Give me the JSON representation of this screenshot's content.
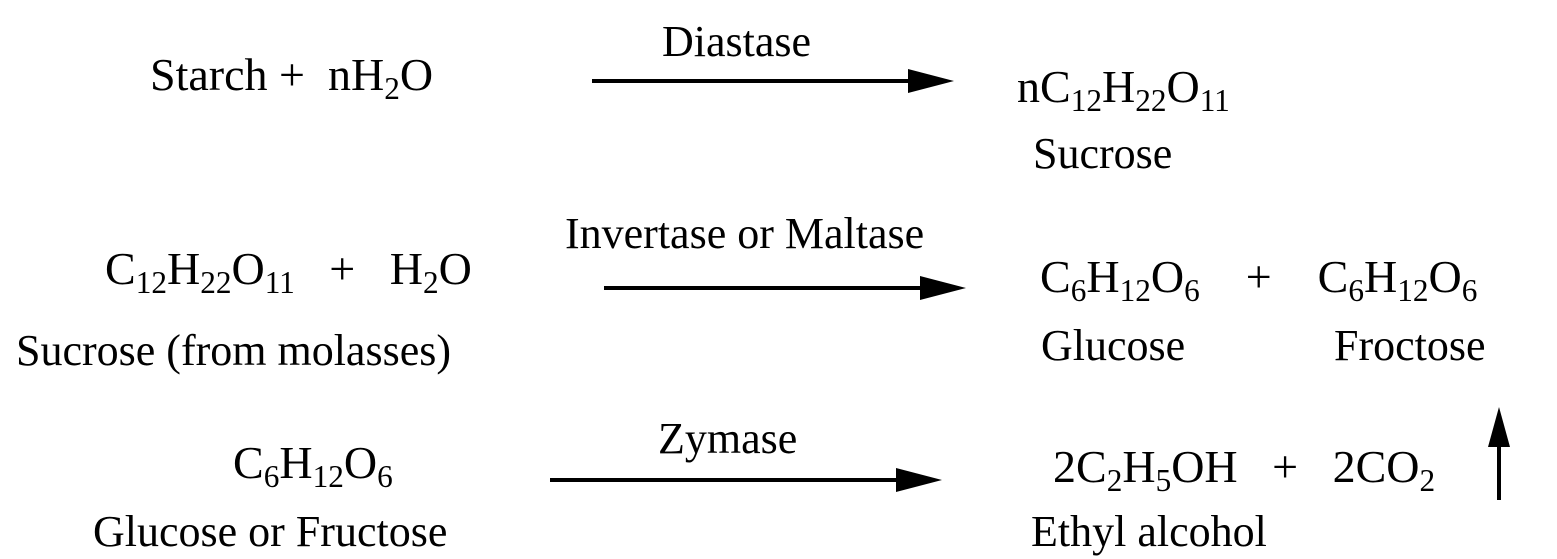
{
  "reaction1": {
    "reactant_a": "Starch",
    "plus": "+",
    "reactant_b_coef": "nH",
    "reactant_b_sub": "2",
    "reactant_b_tail": "O",
    "catalyst": "Diastase",
    "product_parts": [
      "nC",
      "12",
      "H",
      "22",
      "O",
      "11"
    ],
    "product_name": "Sucrose"
  },
  "reaction2": {
    "reactant_parts": [
      "C",
      "12",
      "H",
      "22",
      "O",
      "11"
    ],
    "plus": "+",
    "water_parts": [
      "H",
      "2",
      "O"
    ],
    "reactant_name": "Sucrose (from molasses)",
    "catalyst": "Invertase or Maltase",
    "product1_parts": [
      "C",
      "6",
      "H",
      "12",
      "O",
      "6"
    ],
    "product_plus": "+",
    "product2_parts": [
      "C",
      "6",
      "H",
      "12",
      "O",
      "6"
    ],
    "product1_name": "Glucose",
    "product2_name": "Froctose"
  },
  "reaction3": {
    "reactant_parts": [
      "C",
      "6",
      "H",
      "12",
      "O",
      "6"
    ],
    "reactant_name": "Glucose or Fructose",
    "catalyst": "Zymase",
    "product1_parts": [
      "2C",
      "2",
      "H",
      "5",
      "OH"
    ],
    "product_plus": "+",
    "product2_parts": [
      "2CO",
      "2"
    ],
    "product1_name": "Ethyl alcohol",
    "gas_arrow": "up-arrow-icon"
  }
}
